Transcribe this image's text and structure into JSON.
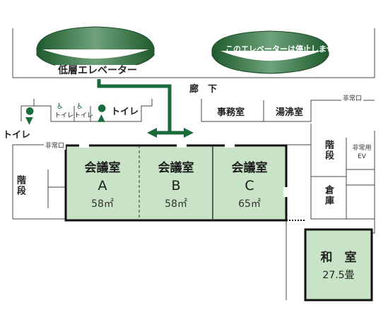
{
  "elevators": {
    "main_label": "低層エレベーター",
    "stopped_label": "このエレベーターは停止しません"
  },
  "corridor_label": "廊　下",
  "toilets": {
    "label": "トイレ",
    "accessible_label_1": "トイレ",
    "accessible_label_2": "トイレ",
    "left_label": "トイレ"
  },
  "rooms": {
    "office": "事務室",
    "kitchen": "湯沸室",
    "stairs_left": "階段",
    "stairs_right": "階段",
    "storage": "倉庫",
    "emergency_exit_left": "非常口",
    "emergency_exit_right": "非常口",
    "emergency_ev": "非常用EV",
    "meeting": [
      {
        "name": "会議室",
        "letter": "A",
        "area": "58㎡"
      },
      {
        "name": "会議室",
        "letter": "B",
        "area": "58㎡"
      },
      {
        "name": "会議室",
        "letter": "C",
        "area": "65㎡"
      }
    ],
    "japanese_room": {
      "name": "和　室",
      "area": "27.5畳"
    }
  },
  "colors": {
    "room_fill": "#c9e3c6",
    "accent_green": "#1a6b3c",
    "elevator_dark": "#2a6a3a",
    "wall": "#222222"
  }
}
